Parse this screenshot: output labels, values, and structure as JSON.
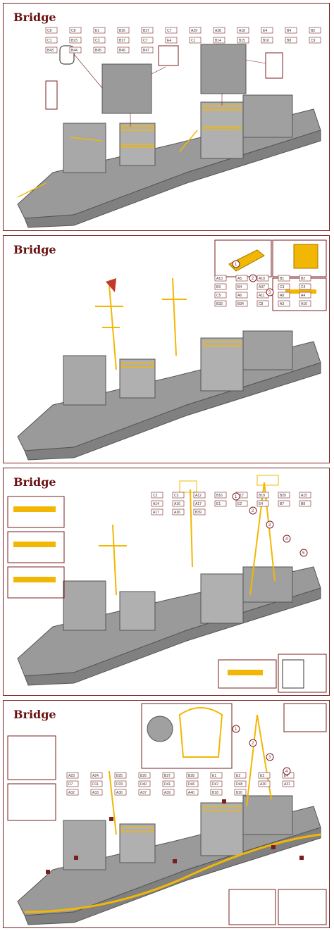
{
  "panels": [
    {
      "title": "Bridge",
      "callouts": [
        "C6",
        "C8",
        "E1",
        "B26",
        "B27",
        "C7",
        "A29",
        "A28",
        "A18",
        "E4",
        "B4",
        "B2",
        "C1",
        "B23",
        "C3",
        "B27",
        "C7",
        "E4",
        "C1",
        "B14",
        "B15",
        "B16",
        "B8",
        "C9",
        "B43",
        "B44",
        "B45",
        "B46",
        "B47"
      ]
    },
    {
      "title": "Bridge",
      "steps": [
        "1",
        "2",
        "3"
      ],
      "callouts": [
        "A13",
        "A5",
        "A10",
        "B1",
        "B2",
        "B3",
        "B4",
        "A37",
        "C3",
        "C4",
        "C5",
        "A6",
        "A11",
        "A8",
        "A4",
        "B33",
        "B34",
        "C8",
        "A3",
        "A10"
      ]
    },
    {
      "title": "Bridge",
      "steps": [
        "1",
        "2",
        "3",
        "4",
        "5"
      ],
      "callouts": [
        "C2",
        "C3",
        "A12",
        "B16",
        "B17",
        "B19",
        "B20",
        "A15",
        "A14",
        "A16",
        "A17",
        "E1",
        "E2",
        "E4",
        "B7",
        "B8",
        "A17",
        "A26",
        "B39"
      ]
    },
    {
      "title": "Bridge",
      "steps": [
        "1",
        "2",
        "3",
        "4"
      ],
      "callouts": [
        "A23",
        "A24",
        "B25",
        "B26",
        "B27",
        "B28",
        "E1",
        "E2",
        "E3",
        "E4",
        "D7",
        "D11",
        "D33",
        "D40",
        "D41",
        "D46",
        "D47",
        "D48",
        "A30",
        "A31",
        "A32",
        "A33",
        "A36",
        "A37",
        "A39",
        "A40",
        "B18",
        "B20"
      ]
    }
  ]
}
